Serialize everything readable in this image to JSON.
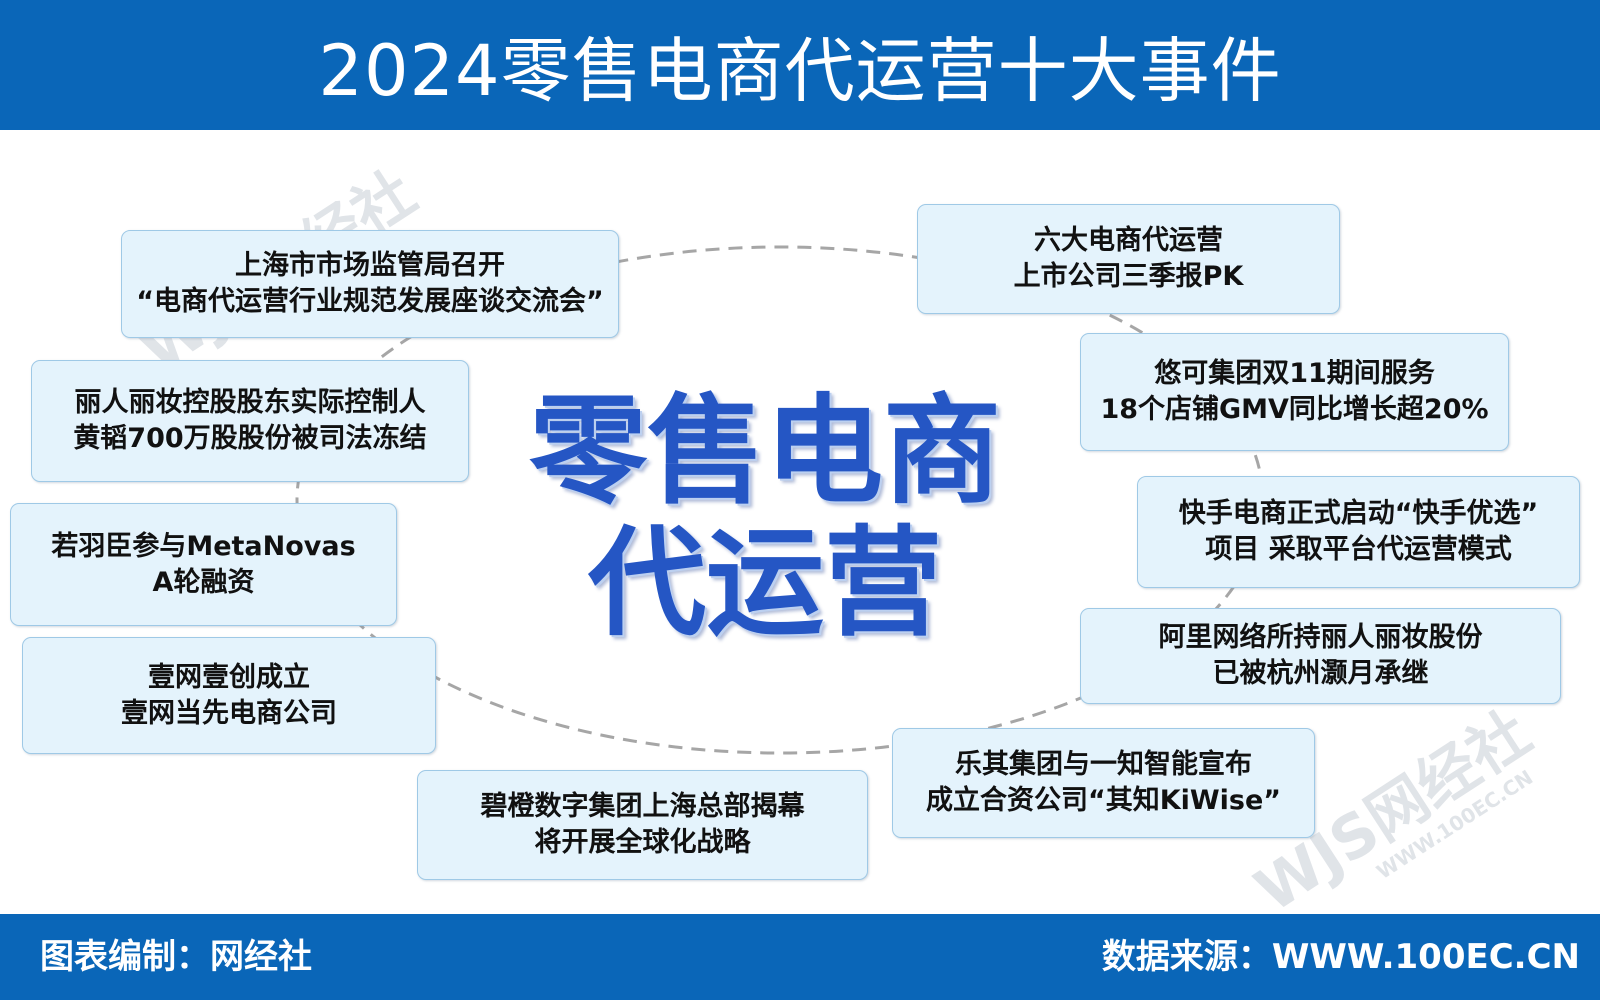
{
  "title": "2024零售电商代运营十大事件",
  "center": {
    "line1": "零售电商",
    "line2": "代运营"
  },
  "events": [
    {
      "line1": "上海市市场监管局召开",
      "line2": "“电商代运营行业规范发展座谈交流会”"
    },
    {
      "line1": "丽人丽妆控股股东实际控制人",
      "line2": "黄韬700万股股份被司法冻结"
    },
    {
      "line1": "若羽臣参与MetaNovas",
      "line2": "A轮融资"
    },
    {
      "line1": "壹网壹创成立",
      "line2": "壹网当先电商公司"
    },
    {
      "line1": "碧橙数字集团上海总部揭幕",
      "line2": "将开展全球化战略"
    },
    {
      "line1": "六大电商代运营",
      "line2": "上市公司三季报PK"
    },
    {
      "line1": "悠可集团双11期间服务",
      "line2": "18个店铺GMV同比增长超20%"
    },
    {
      "line1": "快手电商正式启动“快手优选”",
      "line2": "项目 采取平台代运营模式"
    },
    {
      "line1": "阿里网络所持丽人丽妆股份",
      "line2": "已被杭州灏月承继"
    },
    {
      "line1": "乐其集团与一知智能宣布",
      "line2": "成立合资公司“其知KiWise”"
    }
  ],
  "watermark": {
    "brand": "WJS网经社",
    "url": "WWW.100EC.CN"
  },
  "footer": {
    "left": "图表编制：网经社",
    "right": "数据来源：WWW.100EC.CN"
  },
  "colors": {
    "header_bg": "#0a66b8",
    "center_text": "#2556c4",
    "box_bg": "#e4f3fc",
    "box_border": "#9fc9e6",
    "ring": "#a6a6a6"
  }
}
